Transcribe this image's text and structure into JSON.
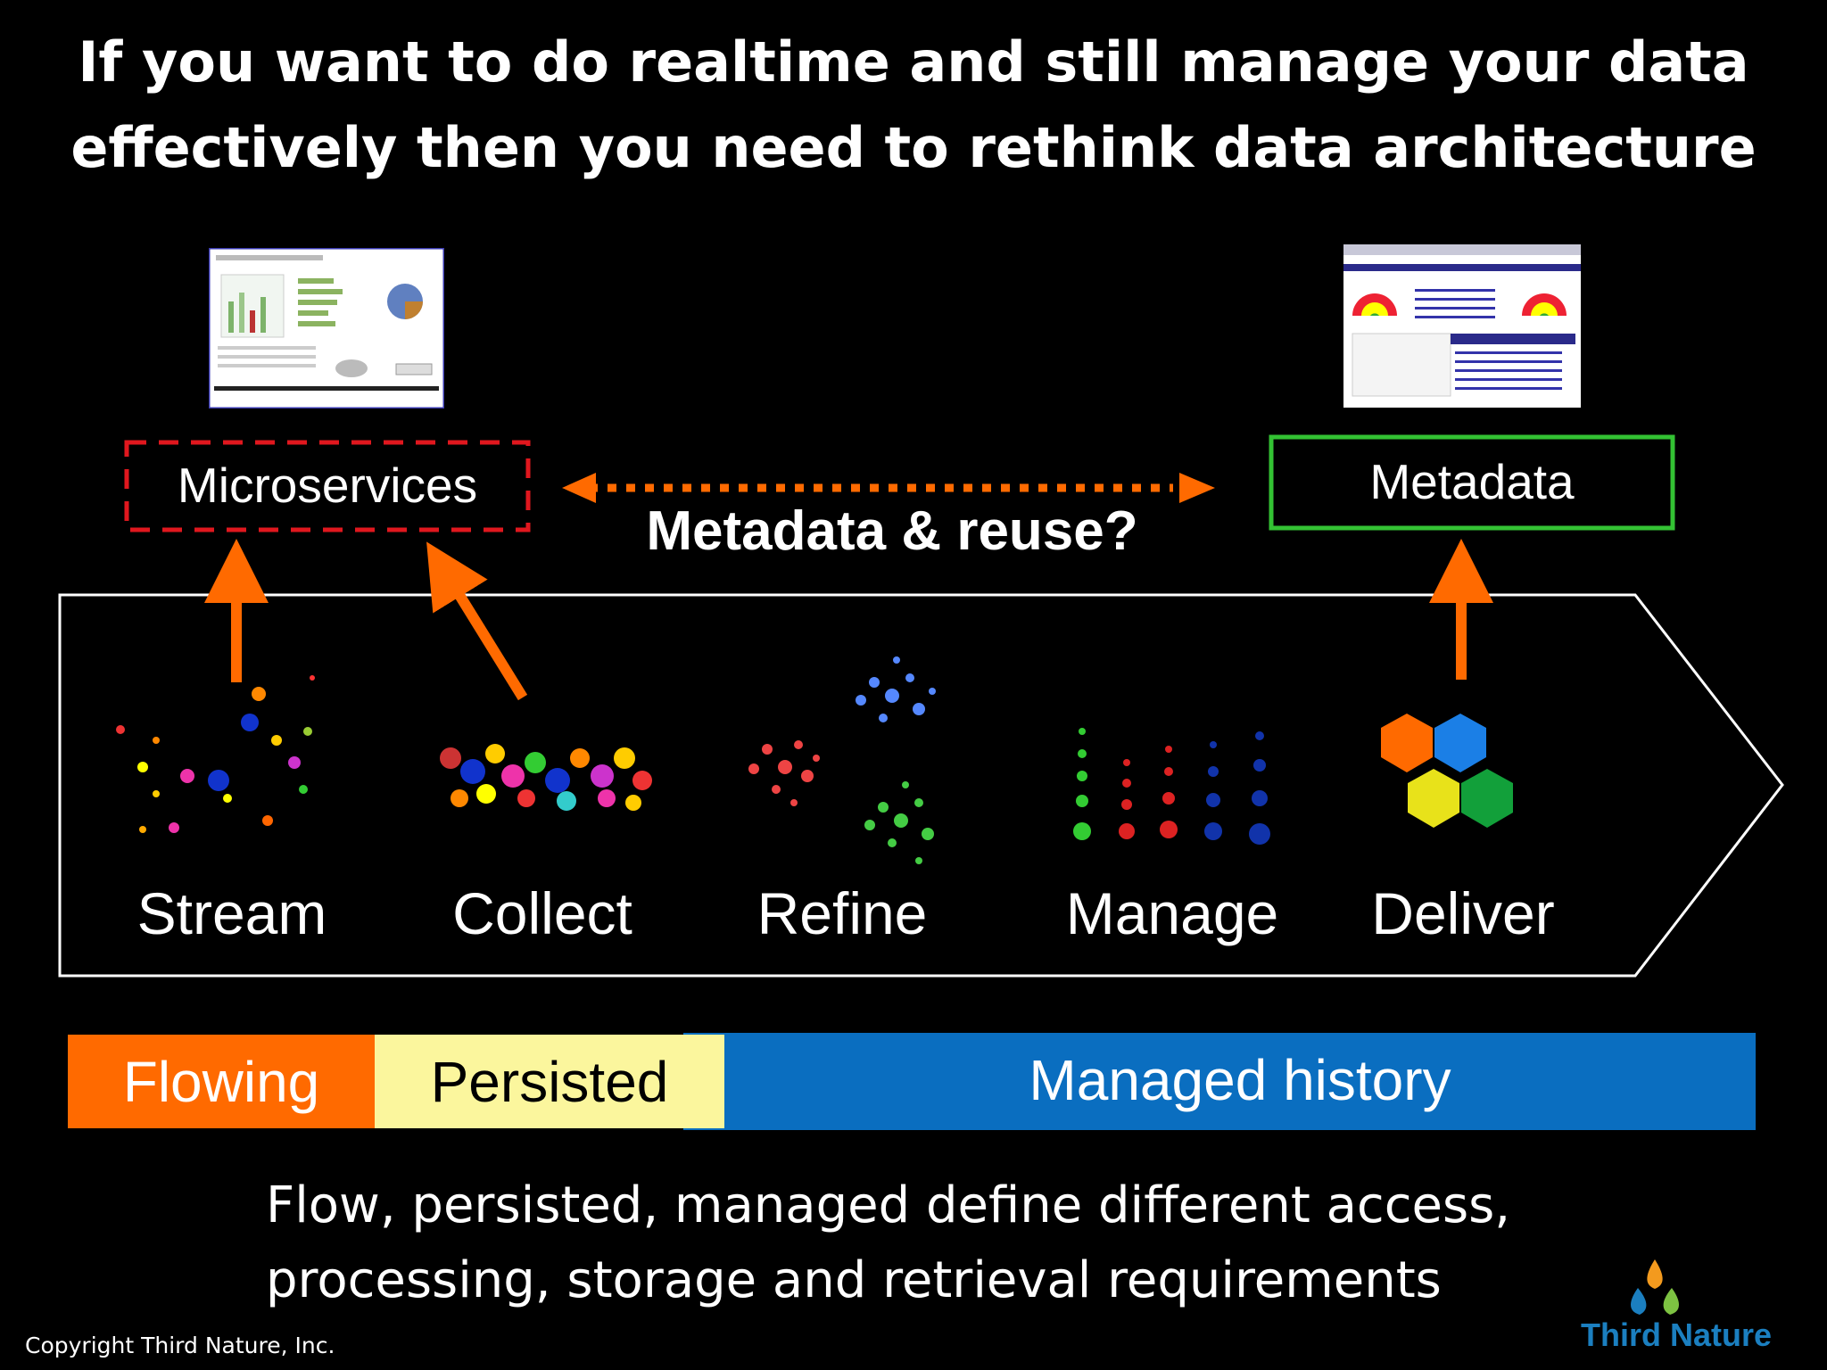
{
  "title": {
    "line1": "If you want to do realtime and still manage your data",
    "line2": "effectively then you need to rethink data architecture"
  },
  "boxes": {
    "microservices": "Microservices",
    "metadata": "Metadata",
    "reuse_label": "Metadata & reuse?"
  },
  "stages": [
    "Stream",
    "Collect",
    "Refine",
    "Manage",
    "Deliver"
  ],
  "bars": {
    "flowing": "Flowing",
    "persisted": "Persisted",
    "managed": "Managed history"
  },
  "bottom_text": {
    "line1": "Flow, persisted, managed define different access,",
    "line2": "processing, storage and retrieval requirements"
  },
  "copyright": "Copyright Third Nature, Inc.",
  "logo": "Third Nature",
  "colors": {
    "orange": "#ff6a00",
    "red_dashed": "#e0171e",
    "green_box": "#33c233",
    "flowing_bar": "#ff6a00",
    "persisted_bar": "#fbf69d",
    "managed_bar": "#0a6ec0"
  }
}
